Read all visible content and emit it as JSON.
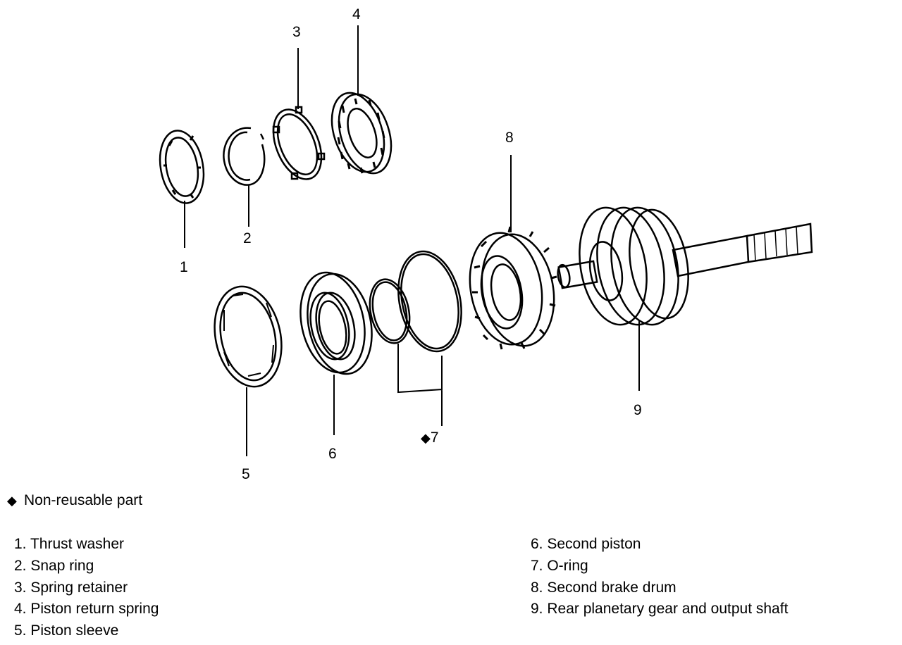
{
  "callouts": {
    "c1": "1",
    "c2": "2",
    "c3": "3",
    "c4": "4",
    "c5": "5",
    "c6": "6",
    "c7_mark": "◆",
    "c7": "7",
    "c8": "8",
    "c9": "9"
  },
  "legend": {
    "symbol": "◆",
    "text": "Non-reusable part"
  },
  "parts_left": [
    "1. Thrust washer",
    "2. Snap ring",
    "3. Spring retainer",
    "4. Piston return spring",
    "5. Piston sleeve"
  ],
  "parts_right": [
    "6. Second piston",
    "7. O-ring",
    "8. Second brake drum",
    "9. Rear planetary gear and output shaft"
  ]
}
